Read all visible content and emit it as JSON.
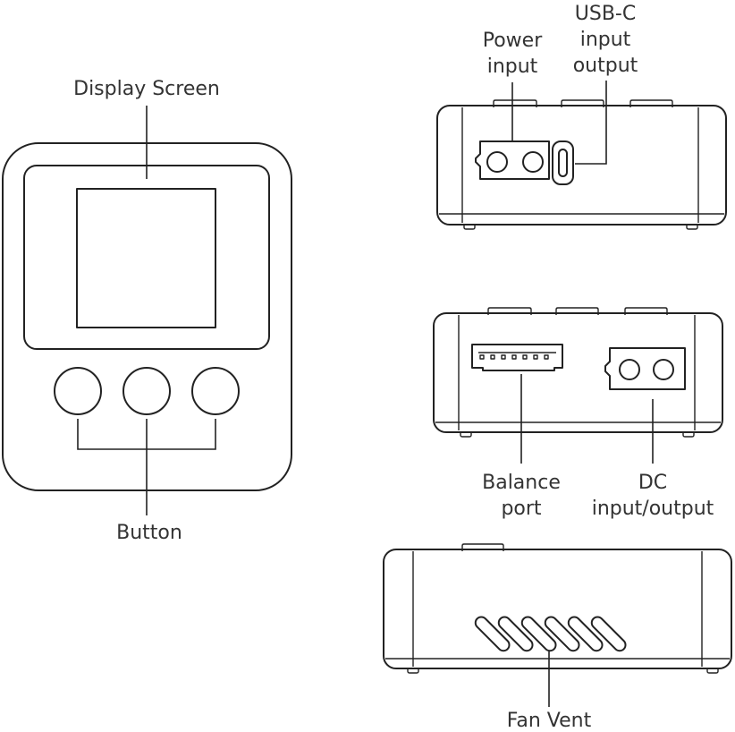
{
  "labels": {
    "display_screen": "Display Screen",
    "button": "Button",
    "power_input": [
      "Power",
      "input"
    ],
    "usbc": [
      "USB-C",
      "input",
      "output"
    ],
    "balance_port": [
      "Balance",
      "port"
    ],
    "dc": [
      "DC",
      "input/output"
    ],
    "fan_vent": "Fan Vent"
  },
  "colors": {
    "line": "#222222",
    "text": "#333333",
    "background": "#ffffff"
  }
}
